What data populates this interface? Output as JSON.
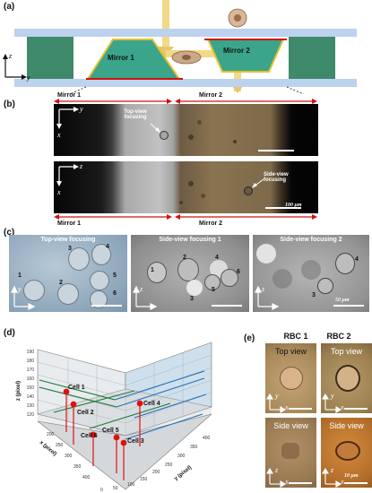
{
  "panel_a": {
    "label": "(a)",
    "mirror1": "Mirror 1",
    "mirror2": "Mirror 2",
    "axis_z": "z",
    "axis_y": "y"
  },
  "panel_b": {
    "label": "(b)",
    "mirror1_top": "Mirror 1",
    "mirror2_top": "Mirror 2",
    "mirror1_bottom": "Mirror 1",
    "mirror2_bottom": "Mirror 2",
    "top_view_focusing": "Top-view focusing",
    "side_view_focusing": "Side-view focusing",
    "scale": "100 μm",
    "axis_y": "y",
    "axis_x": "x",
    "axis_z": "z"
  },
  "panel_c": {
    "label": "(c)",
    "titles": [
      "Top-view focusing",
      "Side-view focusing 1",
      "Side-view focusing 2"
    ],
    "cell_numbers_1": [
      "1",
      "2",
      "3",
      "4",
      "5",
      "6"
    ],
    "cell_numbers_2": [
      "1",
      "2",
      "3",
      "4",
      "5",
      "6"
    ],
    "cell_numbers_3": [
      "3",
      "4"
    ],
    "scale": "50 μm",
    "axis_y": "y",
    "axis_x": "x",
    "axis_z": "z"
  },
  "panel_d": {
    "label": "(d)",
    "cells": [
      "Cell 1",
      "Cell 2",
      "Cell 3",
      "Cell 4",
      "Cell 5",
      "Cell 6"
    ],
    "z_ticks": [
      "190",
      "180",
      "170",
      "160",
      "150",
      "140",
      "130",
      "120"
    ],
    "y_ticks": [
      "0",
      "50",
      "100",
      "150",
      "200",
      "250",
      "300",
      "350",
      "400"
    ],
    "x_ticks": [
      "200",
      "250",
      "300",
      "350",
      "400"
    ],
    "z_label": "z (pixel)",
    "y_label": "y (pixel)",
    "x_label": "x (pixel)"
  },
  "panel_e": {
    "label": "(e)",
    "col1": "RBC 1",
    "col2": "RBC 2",
    "top_view_1": "Top view",
    "top_view_2": "Top view",
    "side_view_1": "Side view",
    "side_view_2": "Side view",
    "scale": "10 μm",
    "axis_y": "y",
    "axis_x": "x",
    "axis_z": "z"
  }
}
